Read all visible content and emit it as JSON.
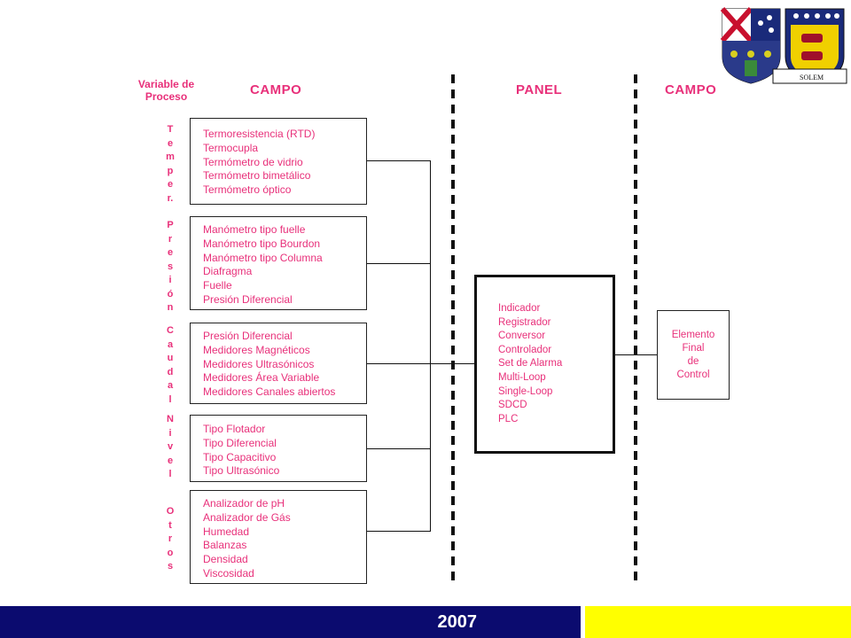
{
  "headers": {
    "variable_proceso": "Variable de Proceso",
    "campo_left": "CAMPO",
    "panel": "PANEL",
    "campo_right": "CAMPO"
  },
  "variables": {
    "temperatura": "T\ne\nm\np\ne\nr.",
    "presion": "P\nr\ne\ns\ni\nó\nn",
    "caudal": "C\na\nu\nd\na\nl",
    "nivel": "N\ni\nv\ne\nl",
    "otros": "O\nt\nr\no\ns"
  },
  "groups": {
    "temperatura": [
      "Termoresistencia (RTD)",
      "Termocupla",
      "Termómetro de vidrio",
      "Termómetro bimetálico",
      "Termómetro óptico"
    ],
    "presion": [
      "Manómetro tipo fuelle",
      "Manómetro tipo Bourdon",
      "Manómetro tipo Columna",
      "Diafragma",
      "Fuelle",
      "Presión Diferencial"
    ],
    "caudal": [
      "Presión Diferencial",
      "Medidores Magnéticos",
      "Medidores Ultrasónicos",
      "Medidores Área Variable",
      "Medidores Canales abiertos"
    ],
    "nivel": [
      "Tipo Flotador",
      "Tipo Diferencial",
      "Tipo Capacitivo",
      "Tipo Ultrasónico"
    ],
    "otros": [
      "Analizador de pH",
      "Analizador de Gás",
      "Humedad",
      "Balanzas",
      "Densidad",
      "Viscosidad"
    ]
  },
  "panel_items": [
    "Indicador",
    "Registrador",
    "Conversor",
    "Controlador",
    "Set de Alarma",
    "Multi-Loop",
    "Single-Loop",
    "SDCD",
    "PLC"
  ],
  "final_element": "Elemento\nFinal\nde\nControl",
  "logo": {
    "text": "SOLEM"
  },
  "footer": {
    "year": "2007"
  },
  "colors": {
    "text_accent": "#e8307a",
    "footer_left": "#0b0b6f",
    "footer_right": "#ffff00"
  }
}
